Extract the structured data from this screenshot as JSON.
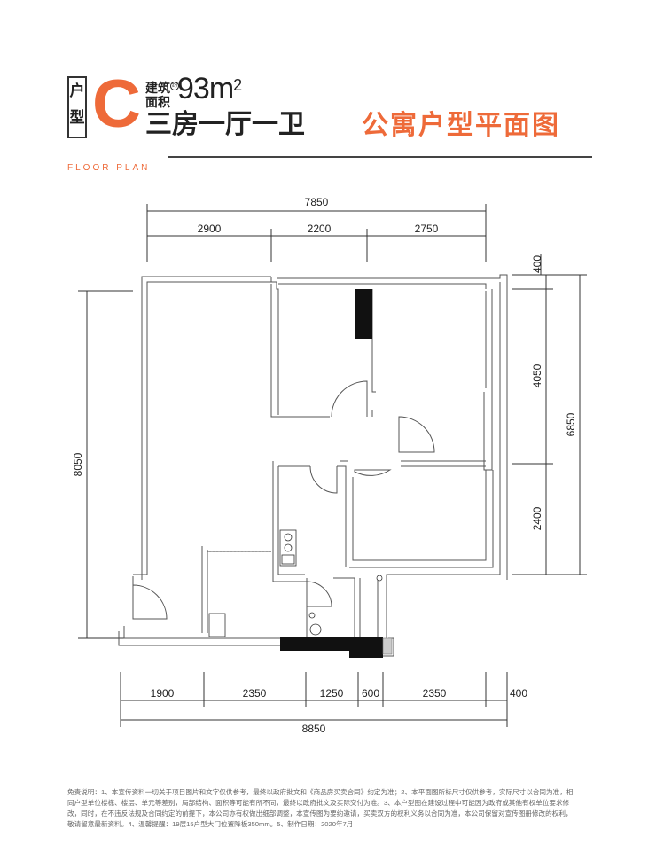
{
  "header": {
    "huxing": "户型",
    "letter": "C",
    "area_label_1": "建筑",
    "area_label_2": "面积",
    "area_approx": "约",
    "area_value": "93m",
    "area_sup": "2",
    "rooms": "三房一厅一卫",
    "title": "公寓户型平面图",
    "floor_plan": "FLOOR PLAN"
  },
  "dimensions": {
    "top_total": "7850",
    "top_segments": [
      "2900",
      "2200",
      "2750"
    ],
    "left_total": "8050",
    "right_total": "6850",
    "right_segments": [
      "400",
      "4050",
      "2400"
    ],
    "bottom_segments": [
      "1900",
      "2350",
      "1250",
      "600",
      "2350",
      "400"
    ],
    "bottom_total": "8850"
  },
  "disclaimer": {
    "line1": "免责说明：1、本宣传资料一切关于项目图片和文字仅供参考，最终以政府批文和《商品房买卖合同》约定为准；2、本平面图所标尺寸仅供参考，实际尺寸以合同为准，相",
    "line2": "同户型单位楼栋、楼层、单元等差别，局部结构、面积等可能有所不同，最终以政府批文及实际交付为准。3、本户型图在建设过程中可能因为政府或其他有权单位要求修",
    "line3": "改，同时，在不违反法规及合同约定的前提下，本公司亦有权做出细部调整，本宣传图为要约邀请，买卖双方的权利义务以合同为准，本公司保留对宣传图册修改的权利，",
    "line4": "敬请留意最新资料。4、温馨提醒：19层15户型大门位置降板350mm。5、制作日期：2020年7月"
  }
}
